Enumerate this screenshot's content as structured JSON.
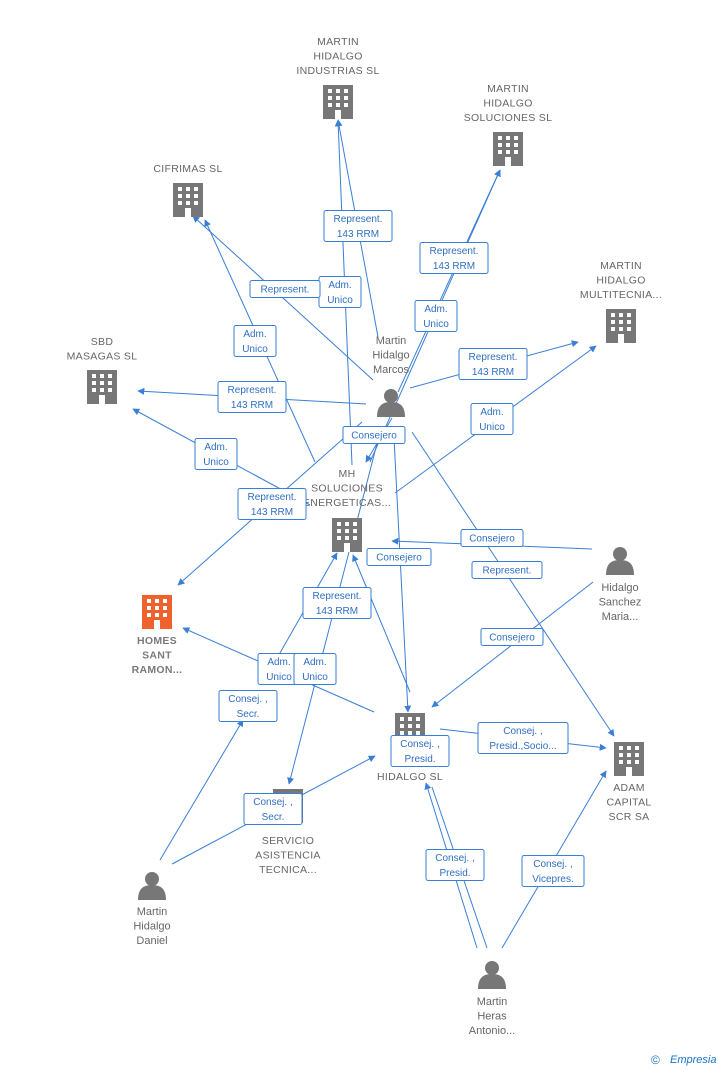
{
  "nodes": [
    {
      "id": "mh_industrias",
      "kind": "company",
      "lines": [
        "MARTIN",
        "HIDALGO",
        "INDUSTRIAS SL"
      ]
    },
    {
      "id": "mh_soluciones",
      "kind": "company",
      "lines": [
        "MARTIN",
        "HIDALGO",
        "SOLUCIONES SL"
      ]
    },
    {
      "id": "cifrimas",
      "kind": "company",
      "lines": [
        "CIFRIMAS SL"
      ]
    },
    {
      "id": "mh_multitecnia",
      "kind": "company",
      "lines": [
        "MARTIN",
        "HIDALGO",
        "MULTITECNIA..."
      ]
    },
    {
      "id": "sbd",
      "kind": "company",
      "lines": [
        "SBD",
        "MASAGAS SL"
      ]
    },
    {
      "id": "mh_energeticas",
      "kind": "company",
      "lines": [
        "MH",
        "SOLUCIONES",
        "ENERGETICAS..."
      ]
    },
    {
      "id": "homes",
      "kind": "company",
      "highlight": true,
      "lines": [
        "HOMES",
        "SANT",
        "RAMON..."
      ]
    },
    {
      "id": "hidalgo_sl",
      "kind": "company",
      "lines": [
        "HIDALGO SL"
      ]
    },
    {
      "id": "adam",
      "kind": "company",
      "lines": [
        "ADAM",
        "CAPITAL",
        "SCR SA"
      ]
    },
    {
      "id": "servicio",
      "kind": "company",
      "lines": [
        "SERVICIO",
        "ASISTENCIA",
        "TECNICA..."
      ]
    },
    {
      "id": "marcos",
      "kind": "person",
      "lines": [
        "Martin",
        "Hidalgo",
        "Marcos"
      ]
    },
    {
      "id": "maria",
      "kind": "person",
      "lines": [
        "Hidalgo",
        "Sanchez",
        "Maria..."
      ]
    },
    {
      "id": "daniel",
      "kind": "person",
      "lines": [
        "Martin",
        "Hidalgo",
        "Daniel"
      ]
    },
    {
      "id": "antonio",
      "kind": "person",
      "lines": [
        "Martin",
        "Heras",
        "Antonio..."
      ]
    }
  ],
  "edges": [
    {
      "label": [
        "Represent.",
        "143 RRM"
      ]
    },
    {
      "label": [
        "Adm.",
        "Unico"
      ]
    },
    {
      "label": [
        "Represent.",
        "143 RRM"
      ]
    },
    {
      "label": [
        "Adm.",
        "Unico"
      ]
    },
    {
      "label": [
        "Represent."
      ]
    },
    {
      "label": [
        "Adm.",
        "Unico"
      ]
    },
    {
      "label": [
        "Represent.",
        "143 RRM"
      ]
    },
    {
      "label": [
        "Adm.",
        "Unico"
      ]
    },
    {
      "label": [
        "Represent.",
        "143 RRM"
      ]
    },
    {
      "label": [
        "Adm.",
        "Unico"
      ]
    },
    {
      "label": [
        "Represent.",
        "143 RRM"
      ]
    },
    {
      "label": [
        "Consejero"
      ]
    },
    {
      "label": [
        "Consejero"
      ]
    },
    {
      "label": [
        "Consejero"
      ]
    },
    {
      "label": [
        "Represent."
      ]
    },
    {
      "label": [
        "Consejero"
      ]
    },
    {
      "label": [
        "Represent.",
        "143 RRM"
      ]
    },
    {
      "label": [
        "Adm.",
        "Unico"
      ]
    },
    {
      "label": [
        "Adm.",
        "Unico"
      ]
    },
    {
      "label": [
        "Consej. ,",
        "Secr."
      ]
    },
    {
      "label": [
        "Consej. ,",
        "Presid."
      ]
    },
    {
      "label": [
        "Consej. ,",
        "Presid.,Socio..."
      ]
    },
    {
      "label": [
        "Consej. ,",
        "Secr."
      ]
    },
    {
      "label": [
        "Consej. ,",
        "Presid."
      ]
    },
    {
      "label": [
        "Consej. ,",
        "Vicepres."
      ]
    }
  ],
  "footer": {
    "copyright": "©",
    "brand": "Empresia"
  },
  "colors": {
    "edge": "#3a7fd6",
    "company": "#777777",
    "highlight": "#f0622d",
    "person": "#777777"
  }
}
